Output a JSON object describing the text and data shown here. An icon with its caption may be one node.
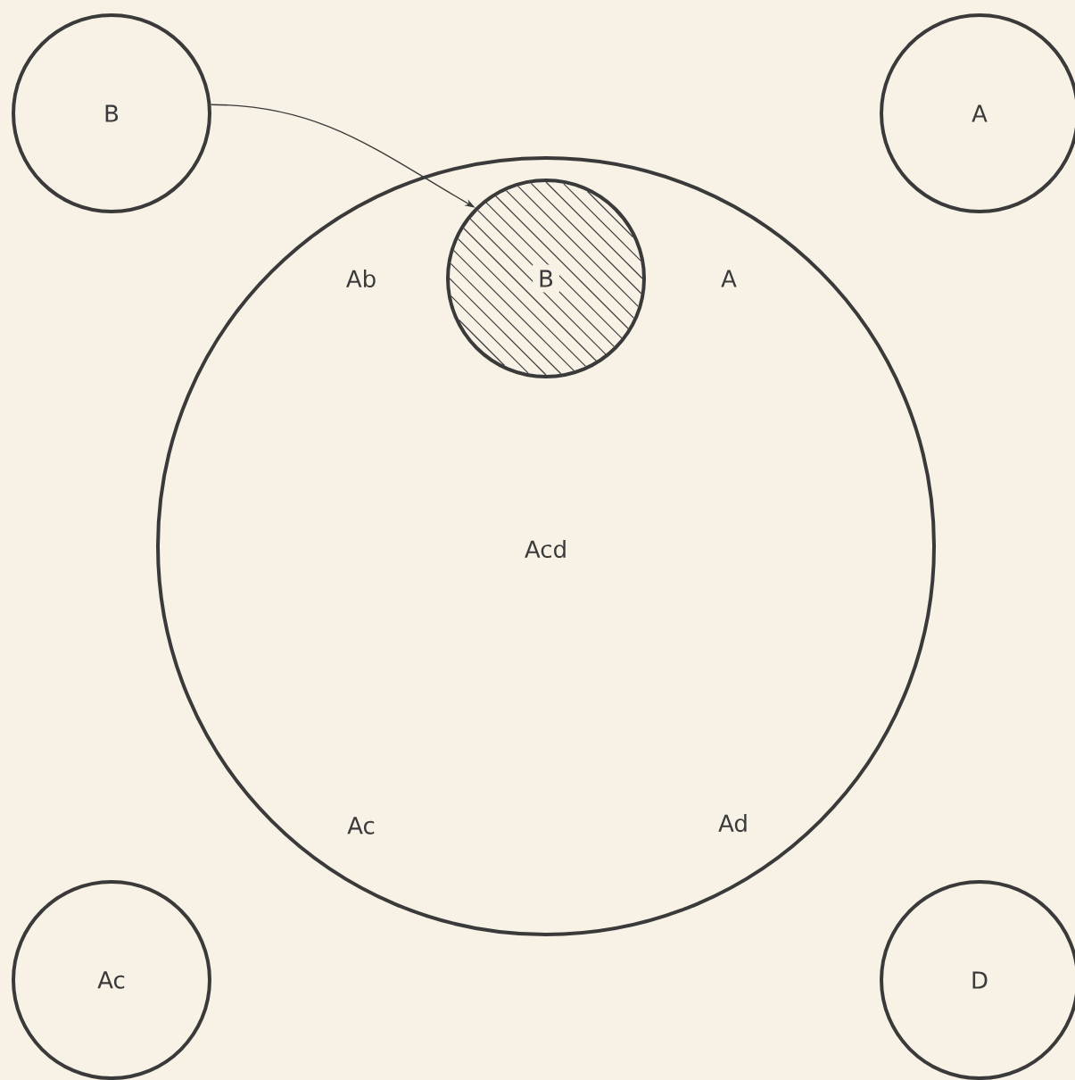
{
  "diagram": {
    "nodes": [
      {
        "text": [
          "B"
        ]
      },
      {
        "text": [
          "A"
        ]
      },
      {
        "text": [
          "Ab",
          "A",
          "Acd",
          "Ac",
          "Ad"
        ]
      },
      {
        "text": [
          "B"
        ],
        "in": 2
      },
      {
        "text": [
          "Ac"
        ]
      },
      {
        "text": [
          "D"
        ]
      }
    ],
    "edges": [
      {
        "from": 0,
        "to": 3,
        "arrow": "to"
      }
    ]
  }
}
